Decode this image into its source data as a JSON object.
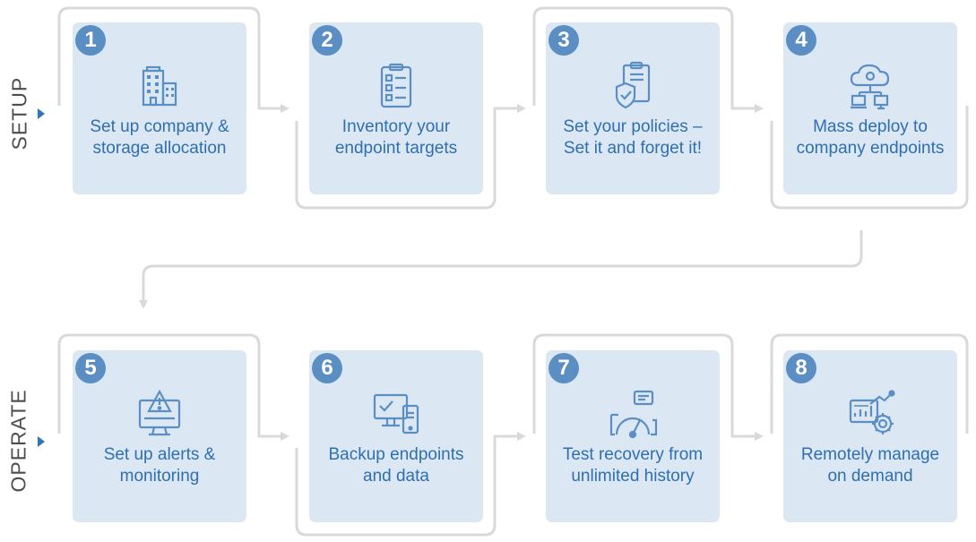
{
  "phases": {
    "setup": "SETUP",
    "operate": "OPERATE"
  },
  "steps": [
    {
      "number": "1",
      "text": "Set up company & storage allocation",
      "icon": "building-icon"
    },
    {
      "number": "2",
      "text": "Inventory your endpoint targets",
      "icon": "checklist-icon"
    },
    {
      "number": "3",
      "text": "Set your policies – Set it and forget it!",
      "icon": "shield-document-icon"
    },
    {
      "number": "4",
      "text": "Mass deploy to company endpoints",
      "icon": "cloud-deploy-icon"
    },
    {
      "number": "5",
      "text": "Set up alerts & monitoring",
      "icon": "alert-monitor-icon"
    },
    {
      "number": "6",
      "text": "Backup endpoints and data",
      "icon": "devices-icon"
    },
    {
      "number": "7",
      "text": "Test recovery from unlimited history",
      "icon": "recovery-gauge-icon"
    },
    {
      "number": "8",
      "text": "Remotely manage on demand",
      "icon": "analytics-gear-icon"
    }
  ],
  "colors": {
    "card": "#dbe7f3",
    "badge": "#5b8ec2",
    "text": "#2f6fb0",
    "connector": "#d9d9d9",
    "marker": "#2f74b7"
  }
}
